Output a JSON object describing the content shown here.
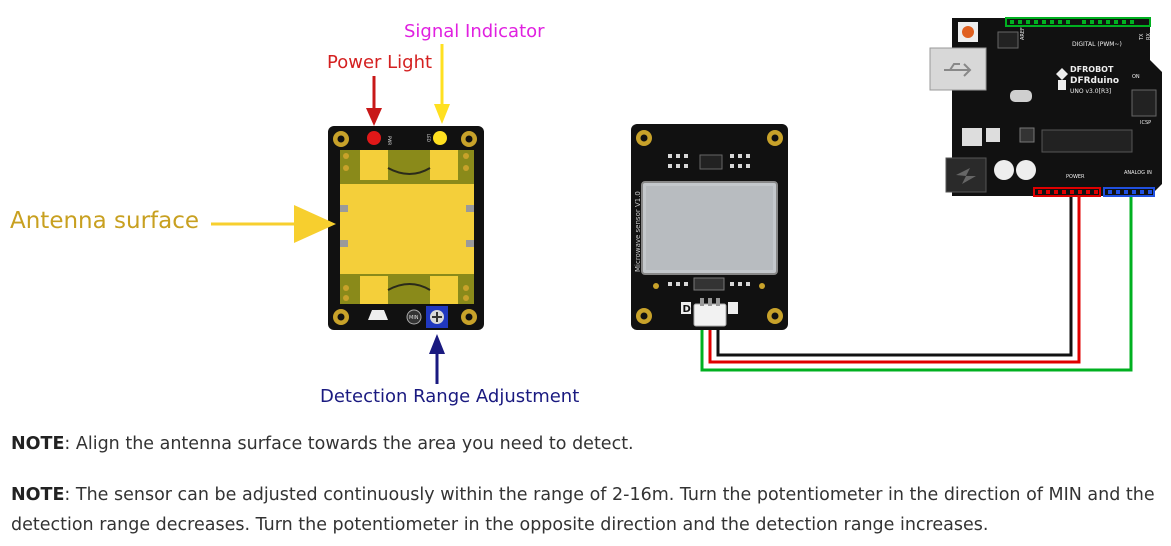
{
  "labels": {
    "signal_indicator": "Signal Indicator",
    "power_light": "Power Light",
    "antenna_surface": "Antenna surface",
    "detection_range": "Detection Range Adjustment"
  },
  "sensor_board": {
    "pwr": "PWR",
    "led": "LED",
    "min": "MIN"
  },
  "microwave_board": {
    "side_text": "Microwave sensor V1.0",
    "d_label": "D"
  },
  "arduino": {
    "brand": "DFROBOT",
    "model": "DFRduino",
    "version": "UNO v3.0[R3]",
    "digital": "DIGITAL (PWM~)",
    "power": "POWER",
    "analog": "ANALOG IN",
    "icsp": "ICSP",
    "on": "ON",
    "tx": "TX",
    "rx": "RX",
    "aref": "AREF"
  },
  "colors": {
    "signal": "#e020e0",
    "power": "#d42020",
    "antenna": "#c8a020",
    "range": "#1a1a80",
    "wire_green": "#00b020",
    "wire_red": "#e00000",
    "wire_black": "#111111"
  },
  "notes": [
    {
      "label": "NOTE",
      "text": ": Align the antenna surface towards the area you need to detect."
    },
    {
      "label": "NOTE",
      "text": ": The sensor can be adjusted continuously within the range of 2-16m. Turn the potentiometer in the direction of MIN and the detection range decreases. Turn the potentiometer in the opposite direction and the detection range increases."
    }
  ]
}
